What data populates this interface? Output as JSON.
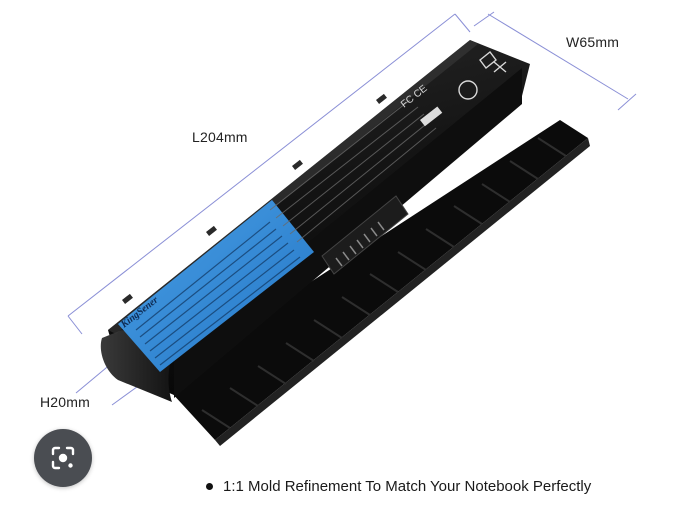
{
  "dimensions": {
    "length": "L204mm",
    "width": "W65mm",
    "height": "H20mm"
  },
  "product": {
    "brand": "KingSener",
    "bullet_text": "1:1 Mold Refinement To Match Your Notebook Perfectly"
  },
  "colors": {
    "battery_body": "#111111",
    "label_blue": "#2f86d6",
    "dimension_line": "#8a8fd6"
  },
  "overlay": {
    "lens_icon": "image-search-icon"
  }
}
